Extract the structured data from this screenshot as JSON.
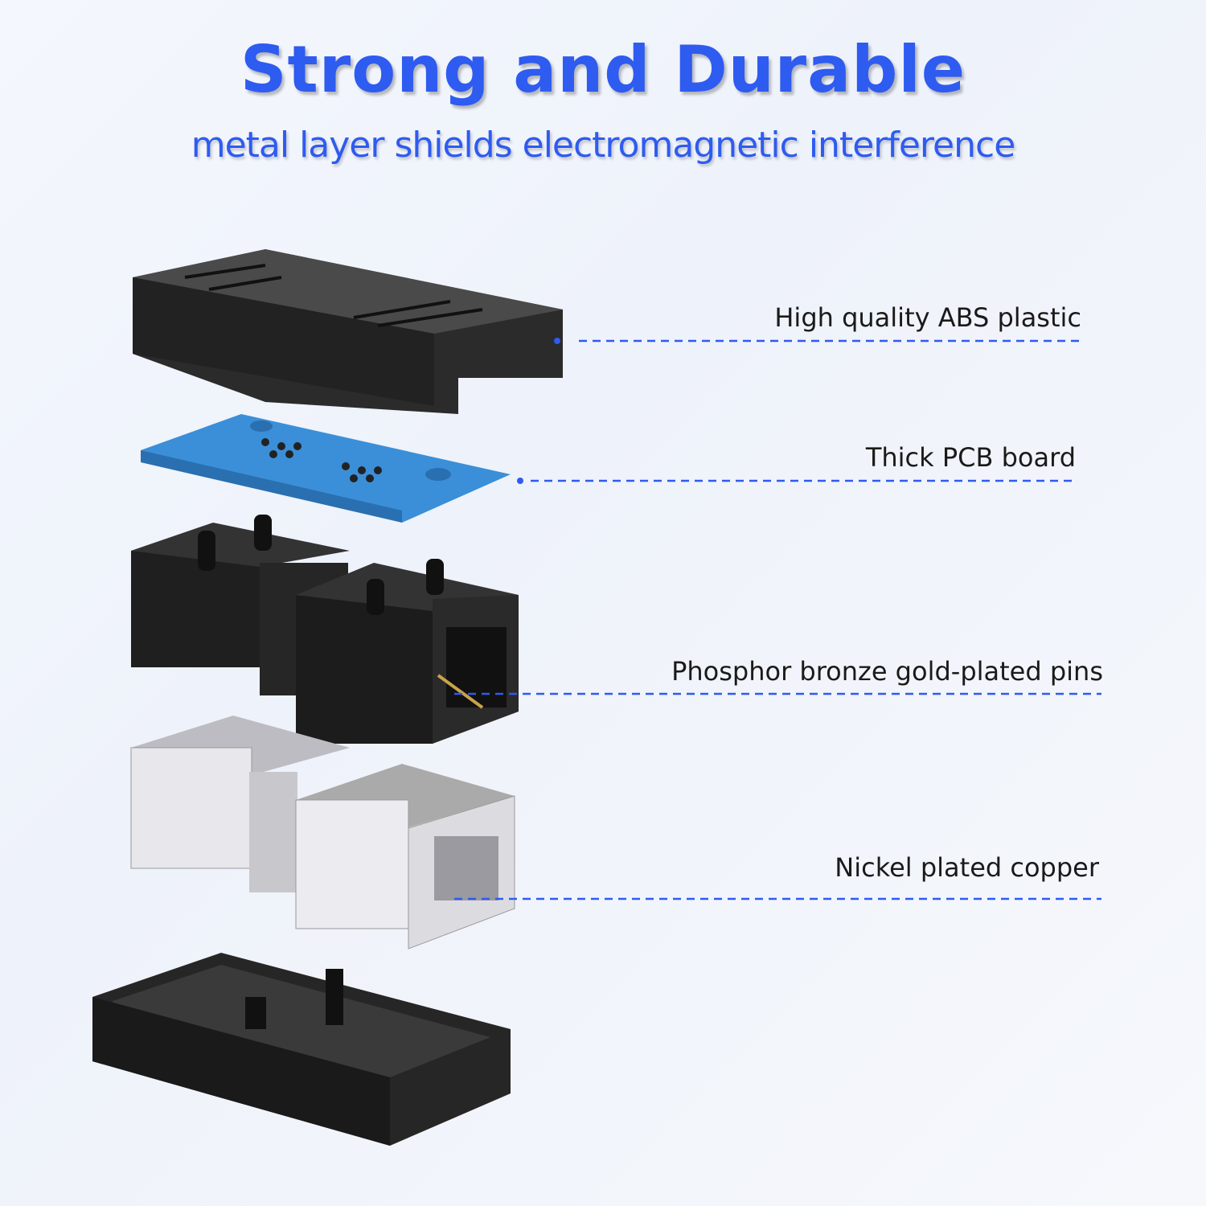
{
  "header": {
    "title": "Strong and Durable",
    "subtitle": "metal layer shields electromagnetic interference"
  },
  "callouts": [
    {
      "label": "High quality ABS plastic"
    },
    {
      "label": "Thick PCB board"
    },
    {
      "label": "Phosphor bronze gold-plated pins"
    },
    {
      "label": "Nickel plated copper"
    }
  ],
  "colors": {
    "accent": "#2e5bf0",
    "pcb": "#3a8fd8",
    "plastic": "#2a2a2a",
    "metal": "#d8d8dc"
  }
}
